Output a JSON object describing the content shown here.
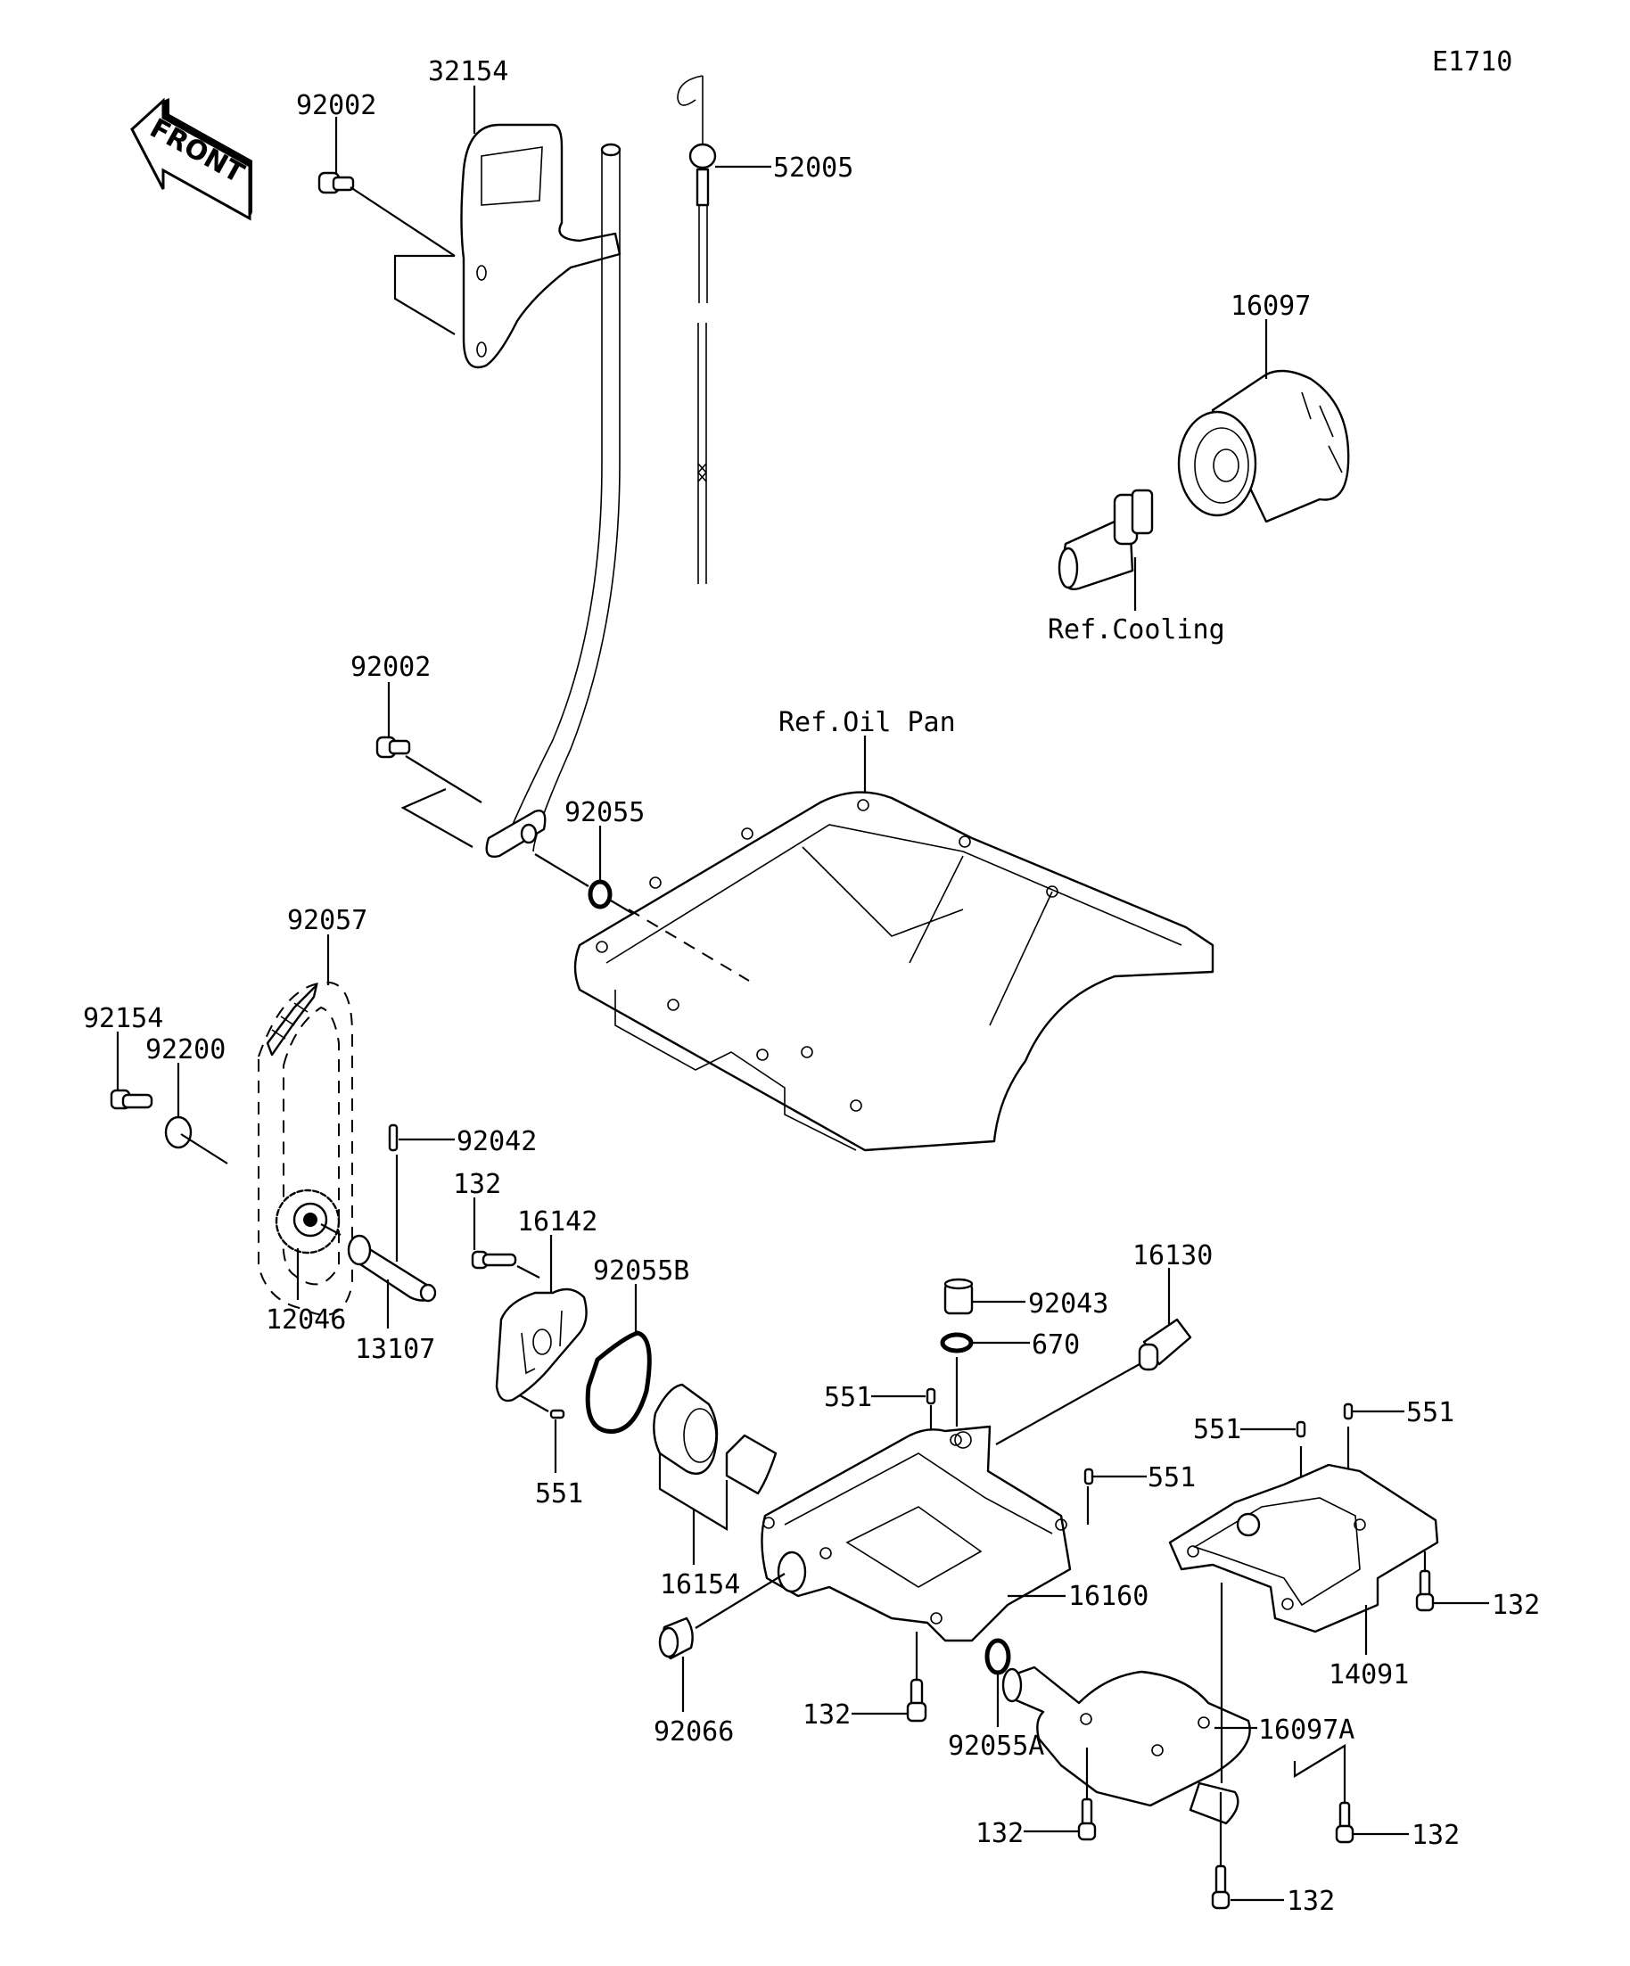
{
  "diagram": {
    "code": "E1710",
    "direction_indicator": "FRONT",
    "references": {
      "cooling": "Ref.Cooling",
      "oil_pan": "Ref.Oil Pan"
    },
    "labels": {
      "p32154": "32154",
      "p92002_top": "92002",
      "p52005": "52005",
      "p16097": "16097",
      "p92002_mid": "92002",
      "p92055": "92055",
      "p92057": "92057",
      "p92154": "92154",
      "p92200": "92200",
      "p92042": "92042",
      "p132_pump": "132",
      "p16142": "16142",
      "p12046": "12046",
      "p13107": "13107",
      "p92055B": "92055B",
      "p551_pump": "551",
      "p16154": "16154",
      "p16130": "16130",
      "p92043": "92043",
      "p670": "670",
      "p551_a": "551",
      "p551_b": "551",
      "p551_c": "551",
      "p551_d": "551",
      "p16160": "16160",
      "p92066": "92066",
      "p132_main": "132",
      "p92055A": "92055A",
      "p14091": "14091",
      "p132_right": "132",
      "p16097A": "16097A",
      "p132_bl": "132",
      "p132_br": "132",
      "p132_bottom": "132"
    }
  }
}
